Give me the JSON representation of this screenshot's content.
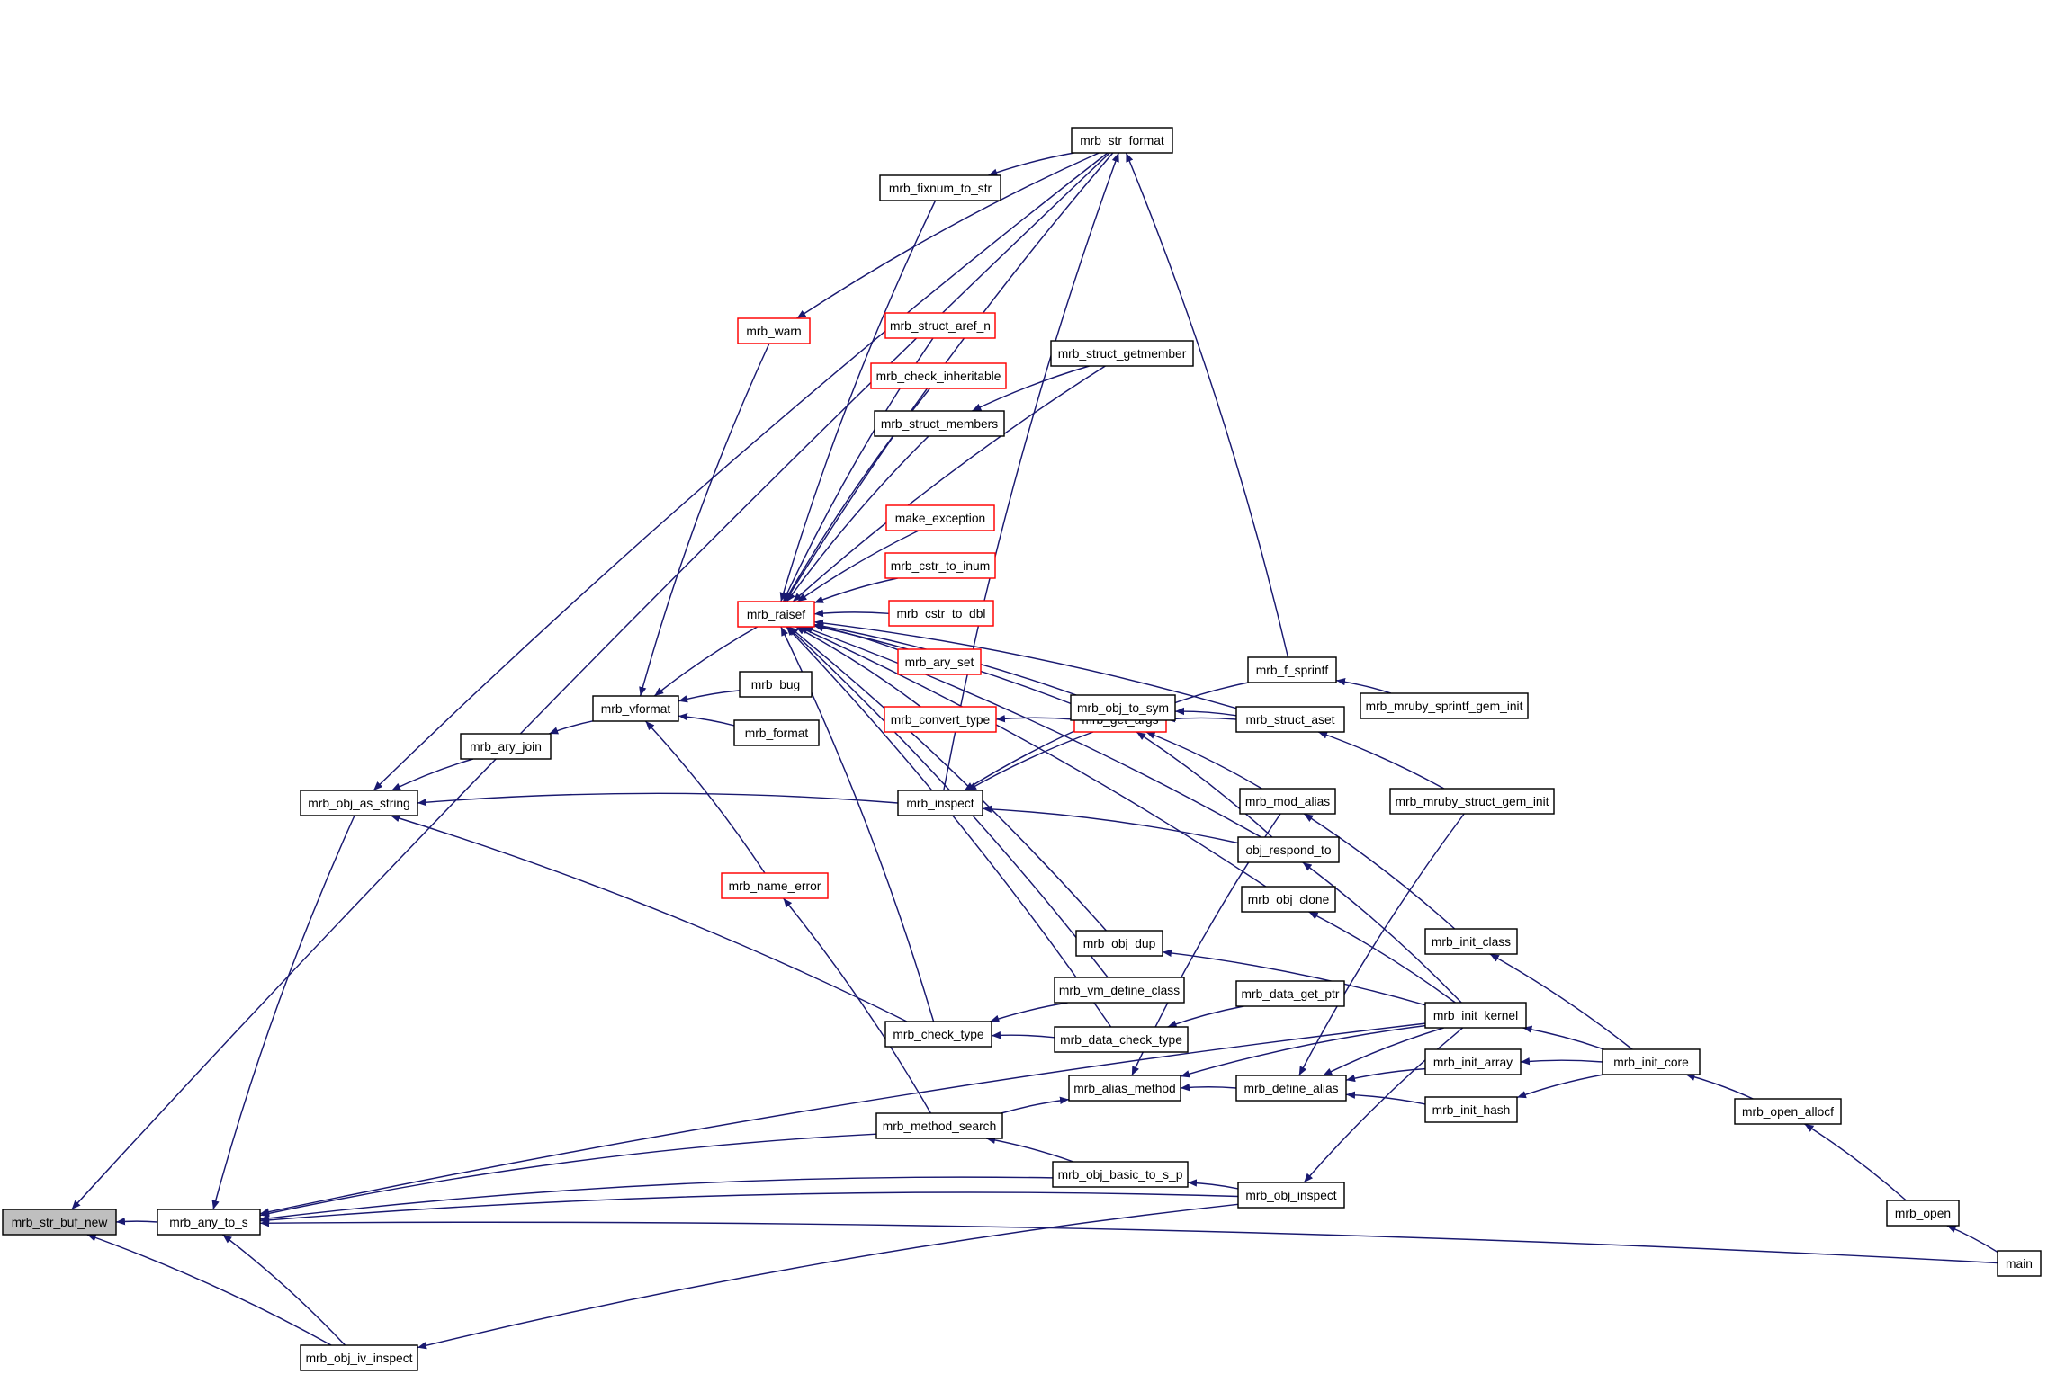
{
  "colors": {
    "edge": "#191970",
    "node_border": "#000000",
    "truncated_border": "#ff0000",
    "root_fill": "#bfbfbf",
    "node_fill": "#ffffff"
  },
  "nodes": {
    "mrb_str_buf_new": {
      "label": "mrb_str_buf_new",
      "root": true
    },
    "mrb_any_to_s": {
      "label": "mrb_any_to_s"
    },
    "mrb_obj_as_string": {
      "label": "mrb_obj_as_string"
    },
    "mrb_obj_iv_inspect": {
      "label": "mrb_obj_iv_inspect"
    },
    "mrb_ary_join": {
      "label": "mrb_ary_join"
    },
    "mrb_vformat": {
      "label": "mrb_vformat"
    },
    "mrb_warn": {
      "label": "mrb_warn",
      "truncated": true
    },
    "mrb_raisef": {
      "label": "mrb_raisef",
      "truncated": true
    },
    "mrb_name_error": {
      "label": "mrb_name_error",
      "truncated": true
    },
    "mrb_bug": {
      "label": "mrb_bug"
    },
    "mrb_format": {
      "label": "mrb_format"
    },
    "mrb_str_format": {
      "label": "mrb_str_format"
    },
    "mrb_fixnum_to_str": {
      "label": "mrb_fixnum_to_str"
    },
    "mrb_struct_aref_n": {
      "label": "mrb_struct_aref_n",
      "truncated": true
    },
    "mrb_check_inheritable": {
      "label": "mrb_check_inheritable",
      "truncated": true
    },
    "mrb_struct_members": {
      "label": "mrb_struct_members"
    },
    "mrb_struct_getmember": {
      "label": "mrb_struct_getmember"
    },
    "make_exception": {
      "label": "make_exception",
      "truncated": true
    },
    "mrb_cstr_to_inum": {
      "label": "mrb_cstr_to_inum",
      "truncated": true
    },
    "mrb_cstr_to_dbl": {
      "label": "mrb_cstr_to_dbl",
      "truncated": true
    },
    "mrb_ary_set": {
      "label": "mrb_ary_set",
      "truncated": true
    },
    "mrb_convert_type": {
      "label": "mrb_convert_type",
      "truncated": true
    },
    "mrb_get_args": {
      "label": "mrb_get_args",
      "truncated": true
    },
    "mrb_inspect": {
      "label": "mrb_inspect"
    },
    "mrb_obj_to_sym": {
      "label": "mrb_obj_to_sym"
    },
    "mrb_f_sprintf": {
      "label": "mrb_f_sprintf"
    },
    "mrb_mruby_sprintf_gem_init": {
      "label": "mrb_mruby_sprintf_gem_init"
    },
    "mrb_struct_aset": {
      "label": "mrb_struct_aset"
    },
    "mrb_mruby_struct_gem_init": {
      "label": "mrb_mruby_struct_gem_init"
    },
    "mrb_mod_alias": {
      "label": "mrb_mod_alias"
    },
    "obj_respond_to": {
      "label": "obj_respond_to"
    },
    "mrb_obj_clone": {
      "label": "mrb_obj_clone"
    },
    "mrb_obj_dup": {
      "label": "mrb_obj_dup"
    },
    "mrb_vm_define_class": {
      "label": "mrb_vm_define_class"
    },
    "mrb_check_type": {
      "label": "mrb_check_type"
    },
    "mrb_data_check_type": {
      "label": "mrb_data_check_type"
    },
    "mrb_data_get_ptr": {
      "label": "mrb_data_get_ptr"
    },
    "mrb_alias_method": {
      "label": "mrb_alias_method"
    },
    "mrb_define_alias": {
      "label": "mrb_define_alias"
    },
    "mrb_method_search": {
      "label": "mrb_method_search"
    },
    "mrb_obj_basic_to_s_p": {
      "label": "mrb_obj_basic_to_s_p"
    },
    "mrb_obj_inspect": {
      "label": "mrb_obj_inspect"
    },
    "mrb_init_class": {
      "label": "mrb_init_class"
    },
    "mrb_init_kernel": {
      "label": "mrb_init_kernel"
    },
    "mrb_init_array": {
      "label": "mrb_init_array"
    },
    "mrb_init_hash": {
      "label": "mrb_init_hash"
    },
    "mrb_init_core": {
      "label": "mrb_init_core"
    },
    "mrb_open_allocf": {
      "label": "mrb_open_allocf"
    },
    "mrb_open": {
      "label": "mrb_open"
    },
    "main": {
      "label": "main"
    }
  },
  "edges": [
    [
      "mrb_any_to_s",
      "mrb_str_buf_new"
    ],
    [
      "mrb_obj_iv_inspect",
      "mrb_str_buf_new"
    ],
    [
      "mrb_str_format",
      "mrb_str_buf_new"
    ],
    [
      "mrb_obj_as_string",
      "mrb_any_to_s"
    ],
    [
      "mrb_obj_iv_inspect",
      "mrb_any_to_s"
    ],
    [
      "mrb_method_search",
      "mrb_any_to_s"
    ],
    [
      "mrb_obj_basic_to_s_p",
      "mrb_any_to_s"
    ],
    [
      "mrb_obj_inspect",
      "mrb_any_to_s"
    ],
    [
      "mrb_init_kernel",
      "mrb_any_to_s"
    ],
    [
      "main",
      "mrb_any_to_s"
    ],
    [
      "mrb_obj_inspect",
      "mrb_obj_iv_inspect"
    ],
    [
      "mrb_ary_join",
      "mrb_obj_as_string"
    ],
    [
      "mrb_inspect",
      "mrb_obj_as_string"
    ],
    [
      "mrb_check_type",
      "mrb_obj_as_string"
    ],
    [
      "mrb_str_format",
      "mrb_obj_as_string"
    ],
    [
      "mrb_vformat",
      "mrb_ary_join"
    ],
    [
      "mrb_raisef",
      "mrb_vformat"
    ],
    [
      "mrb_bug",
      "mrb_vformat"
    ],
    [
      "mrb_format",
      "mrb_vformat"
    ],
    [
      "mrb_warn",
      "mrb_vformat"
    ],
    [
      "mrb_name_error",
      "mrb_vformat"
    ],
    [
      "mrb_str_format",
      "mrb_warn"
    ],
    [
      "mrb_method_search",
      "mrb_name_error"
    ],
    [
      "mrb_fixnum_to_str",
      "mrb_raisef"
    ],
    [
      "mrb_struct_aref_n",
      "mrb_raisef"
    ],
    [
      "mrb_check_inheritable",
      "mrb_raisef"
    ],
    [
      "mrb_struct_members",
      "mrb_raisef"
    ],
    [
      "mrb_struct_getmember",
      "mrb_raisef"
    ],
    [
      "make_exception",
      "mrb_raisef"
    ],
    [
      "mrb_cstr_to_inum",
      "mrb_raisef"
    ],
    [
      "mrb_cstr_to_dbl",
      "mrb_raisef"
    ],
    [
      "mrb_ary_set",
      "mrb_raisef"
    ],
    [
      "mrb_convert_type",
      "mrb_raisef"
    ],
    [
      "mrb_get_args",
      "mrb_raisef"
    ],
    [
      "mrb_obj_to_sym",
      "mrb_raisef"
    ],
    [
      "mrb_struct_aset",
      "mrb_raisef"
    ],
    [
      "obj_respond_to",
      "mrb_raisef"
    ],
    [
      "mrb_obj_clone",
      "mrb_raisef"
    ],
    [
      "mrb_obj_dup",
      "mrb_raisef"
    ],
    [
      "mrb_vm_define_class",
      "mrb_raisef"
    ],
    [
      "mrb_check_type",
      "mrb_raisef"
    ],
    [
      "mrb_data_check_type",
      "mrb_raisef"
    ],
    [
      "mrb_str_format",
      "mrb_raisef"
    ],
    [
      "mrb_str_format",
      "mrb_fixnum_to_str"
    ],
    [
      "mrb_f_sprintf",
      "mrb_str_format"
    ],
    [
      "mrb_inspect",
      "mrb_str_format"
    ],
    [
      "mrb_struct_getmember",
      "mrb_struct_members"
    ],
    [
      "mrb_get_args",
      "mrb_convert_type"
    ],
    [
      "mrb_obj_to_sym",
      "mrb_inspect"
    ],
    [
      "mrb_get_args",
      "mrb_inspect"
    ],
    [
      "obj_respond_to",
      "mrb_inspect"
    ],
    [
      "mrb_obj_to_sym",
      "mrb_get_args"
    ],
    [
      "mrb_f_sprintf",
      "mrb_get_args"
    ],
    [
      "mrb_struct_aset",
      "mrb_get_args"
    ],
    [
      "mrb_mod_alias",
      "mrb_get_args"
    ],
    [
      "obj_respond_to",
      "mrb_get_args"
    ],
    [
      "mrb_struct_aset",
      "mrb_obj_to_sym"
    ],
    [
      "mrb_mruby_sprintf_gem_init",
      "mrb_f_sprintf"
    ],
    [
      "mrb_mruby_struct_gem_init",
      "mrb_struct_aset"
    ],
    [
      "mrb_init_class",
      "mrb_mod_alias"
    ],
    [
      "mrb_init_kernel",
      "obj_respond_to"
    ],
    [
      "mrb_init_kernel",
      "mrb_obj_clone"
    ],
    [
      "mrb_init_kernel",
      "mrb_obj_dup"
    ],
    [
      "mrb_vm_define_class",
      "mrb_check_type"
    ],
    [
      "mrb_data_check_type",
      "mrb_check_type"
    ],
    [
      "mrb_data_get_ptr",
      "mrb_data_check_type"
    ],
    [
      "mrb_method_search",
      "mrb_alias_method"
    ],
    [
      "mrb_mod_alias",
      "mrb_alias_method"
    ],
    [
      "mrb_define_alias",
      "mrb_alias_method"
    ],
    [
      "mrb_init_kernel",
      "mrb_alias_method"
    ],
    [
      "mrb_mruby_struct_gem_init",
      "mrb_define_alias"
    ],
    [
      "mrb_init_kernel",
      "mrb_define_alias"
    ],
    [
      "mrb_init_array",
      "mrb_define_alias"
    ],
    [
      "mrb_init_hash",
      "mrb_define_alias"
    ],
    [
      "mrb_obj_basic_to_s_p",
      "mrb_method_search"
    ],
    [
      "mrb_obj_inspect",
      "mrb_obj_basic_to_s_p"
    ],
    [
      "mrb_init_kernel",
      "mrb_obj_inspect"
    ],
    [
      "mrb_init_core",
      "mrb_init_class"
    ],
    [
      "mrb_init_core",
      "mrb_init_kernel"
    ],
    [
      "mrb_init_core",
      "mrb_init_array"
    ],
    [
      "mrb_init_core",
      "mrb_init_hash"
    ],
    [
      "mrb_open_allocf",
      "mrb_init_core"
    ],
    [
      "mrb_open",
      "mrb_open_allocf"
    ],
    [
      "main",
      "mrb_open"
    ]
  ]
}
